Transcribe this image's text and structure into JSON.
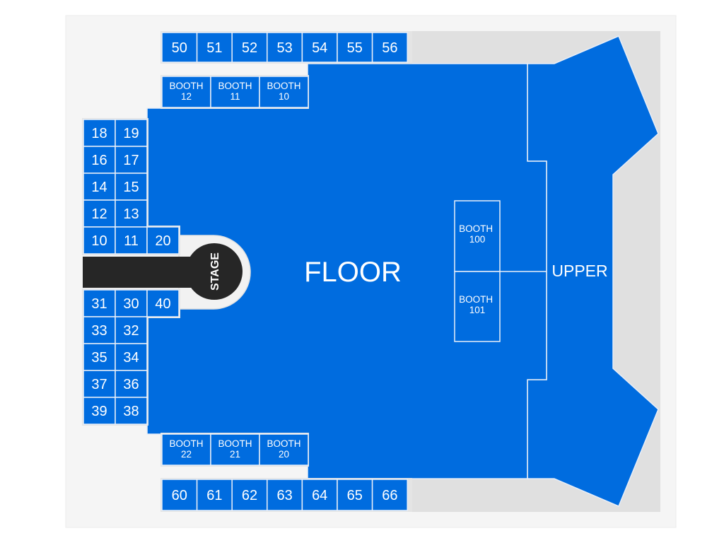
{
  "colors": {
    "background": "#f5f5f5",
    "inner_background": "#e0e0e0",
    "section_fill": "#006cdf",
    "section_stroke": "#e8eef8",
    "stage_fill": "#262626",
    "label": "#ffffff"
  },
  "top_row": [
    {
      "label": "50"
    },
    {
      "label": "51"
    },
    {
      "label": "52"
    },
    {
      "label": "53"
    },
    {
      "label": "54"
    },
    {
      "label": "55"
    },
    {
      "label": "56"
    }
  ],
  "top_booths": [
    {
      "line1": "BOOTH",
      "line2": "12"
    },
    {
      "line1": "BOOTH",
      "line2": "11"
    },
    {
      "line1": "BOOTH",
      "line2": "10"
    }
  ],
  "left_upper_grid": [
    [
      "18",
      "19"
    ],
    [
      "16",
      "17"
    ],
    [
      "14",
      "15"
    ],
    [
      "12",
      "13"
    ],
    [
      "10",
      "11",
      "20"
    ]
  ],
  "left_lower_grid": [
    [
      "31",
      "30",
      "40"
    ],
    [
      "33",
      "32"
    ],
    [
      "35",
      "34"
    ],
    [
      "37",
      "36"
    ],
    [
      "39",
      "38"
    ]
  ],
  "bottom_booths": [
    {
      "line1": "BOOTH",
      "line2": "22"
    },
    {
      "line1": "BOOTH",
      "line2": "21"
    },
    {
      "line1": "BOOTH",
      "line2": "20"
    }
  ],
  "bottom_row": [
    {
      "label": "60"
    },
    {
      "label": "61"
    },
    {
      "label": "62"
    },
    {
      "label": "63"
    },
    {
      "label": "64"
    },
    {
      "label": "65"
    },
    {
      "label": "66"
    }
  ],
  "stage": {
    "label": "STAGE"
  },
  "floor": {
    "label": "FLOOR"
  },
  "upper": {
    "label": "UPPER"
  },
  "center_booths": [
    {
      "line1": "BOOTH",
      "line2": "100"
    },
    {
      "line1": "BOOTH",
      "line2": "101"
    }
  ]
}
